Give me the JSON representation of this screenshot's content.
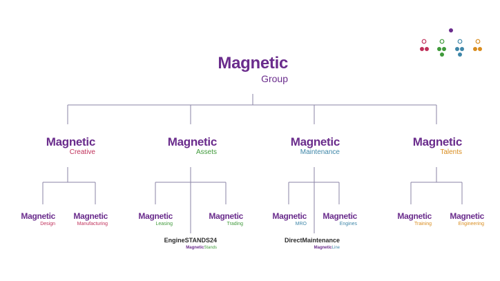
{
  "colors": {
    "brand": "#6a2c8c",
    "line": "#8a83a6",
    "creative": "#c0305a",
    "assets": "#3f9a3a",
    "maintenance": "#3e86a8",
    "talents": "#d98c1e"
  },
  "root": {
    "brand": "Magnetic",
    "sub": "Group"
  },
  "divisions": [
    {
      "brand": "Magnetic",
      "sub": "Creative",
      "color_key": "creative",
      "children": [
        {
          "brand": "Magnetic",
          "sub": "Design"
        },
        {
          "brand": "Magnetic",
          "sub": "Manufacturing"
        }
      ]
    },
    {
      "brand": "Magnetic",
      "sub": "Assets",
      "color_key": "assets",
      "children": [
        {
          "brand": "Magnetic",
          "sub": "Leasing"
        },
        {
          "brand": "Magnetic",
          "sub": "Trading"
        }
      ],
      "extra": {
        "line1": "EngineSTANDS24",
        "line2_brand": "Magnetic",
        "line2_tail": "Stands"
      }
    },
    {
      "brand": "Magnetic",
      "sub": "Maintenance",
      "color_key": "maintenance",
      "children": [
        {
          "brand": "Magnetic",
          "sub": "MRO"
        },
        {
          "brand": "Magnetic",
          "sub": "Engines"
        }
      ],
      "extra": {
        "line1": "DirectMaintenance",
        "line2_brand": "Magnetic",
        "line2_tail": "Line"
      }
    },
    {
      "brand": "Magnetic",
      "sub": "Talents",
      "color_key": "talents",
      "children": [
        {
          "brand": "Magnetic",
          "sub": "Training"
        },
        {
          "brand": "Magnetic",
          "sub": "Engineering"
        }
      ]
    }
  ],
  "logo_mark": {
    "icon": "dot-cluster-icon",
    "dots": [
      {
        "color_key": "brand",
        "filled": true
      },
      {
        "color_key": "creative",
        "filled": false
      },
      {
        "color_key": "creative",
        "filled": true
      },
      {
        "color_key": "creative",
        "filled": true
      },
      {
        "color_key": "assets",
        "filled": false
      },
      {
        "color_key": "assets",
        "filled": true
      },
      {
        "color_key": "assets",
        "filled": true
      },
      {
        "color_key": "assets",
        "filled": true
      },
      {
        "color_key": "maintenance",
        "filled": false
      },
      {
        "color_key": "maintenance",
        "filled": true
      },
      {
        "color_key": "maintenance",
        "filled": true
      },
      {
        "color_key": "maintenance",
        "filled": true
      },
      {
        "color_key": "talents",
        "filled": false
      },
      {
        "color_key": "talents",
        "filled": true
      },
      {
        "color_key": "talents",
        "filled": true
      }
    ]
  }
}
